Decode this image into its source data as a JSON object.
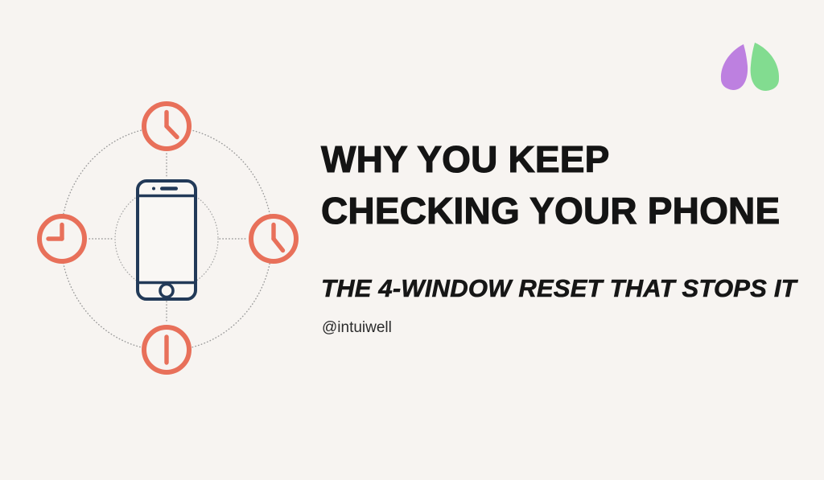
{
  "page": {
    "background_color": "#f7f4f1"
  },
  "logo": {
    "name": "intuiwell sprout logo",
    "leaf_left_color": "#bd80e0",
    "leaf_right_color": "#82dc90"
  },
  "illustration": {
    "description": "smartphone at center of a dotted orbit circle with four clocks at top, left, right and bottom",
    "accent_color": "#e8705a",
    "phone_color": "#223a58",
    "dotted_color": "#9a9a9a",
    "clocks": [
      {
        "position": "top",
        "hands": "12 and 4"
      },
      {
        "position": "left",
        "hands": "9 o'clock"
      },
      {
        "position": "right",
        "hands": "12 and 5"
      },
      {
        "position": "bottom",
        "hands": "vertical 12-6 bar"
      }
    ]
  },
  "content": {
    "title": "WHY YOU KEEP\nCHECKING YOUR PHONE",
    "subtitle": "THE 4-WINDOW RESET THAT STOPS IT",
    "handle": "@intuiwell"
  }
}
